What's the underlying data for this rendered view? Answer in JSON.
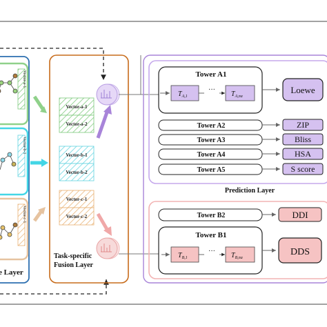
{
  "left_panel": {
    "vectors_vertical": [
      "Vector-a-1",
      "Vector-b-1",
      "Vector-c-1"
    ],
    "layer_label": "e Layer"
  },
  "fusion": {
    "vectors": [
      "Vector-a-1",
      "Vector-a-2",
      "Vector-b-1",
      "Vector-b-2",
      "Vector-c-1",
      "Vector-c-2"
    ],
    "label_line1": "Task-specific",
    "label_line2": "Fusion Layer"
  },
  "prediction": {
    "label": "Prediction Layer",
    "tower_a1": {
      "title": "Tower A1",
      "t_first": "T",
      "t_first_sub": "A,1",
      "ellipsis": "···",
      "t_last": "T",
      "t_last_sub": "A,na"
    },
    "towers": [
      {
        "name": "Tower A2",
        "output": "ZIP"
      },
      {
        "name": "Tower A3",
        "output": "Bliss"
      },
      {
        "name": "Tower A4",
        "output": "HSA"
      },
      {
        "name": "Tower A5",
        "output": "S score"
      }
    ],
    "output_a1": "Loewe",
    "tower_b2": {
      "name": "Tower B2",
      "output": "DDI"
    },
    "tower_b1": {
      "title": "Tower B1",
      "t_first": "T",
      "t_first_sub": "B,1",
      "ellipsis": "···",
      "t_last": "T",
      "t_last_sub": "B,na",
      "output": "DDS"
    }
  },
  "colors": {
    "purple": "#a884d9",
    "purple_fill": "#d5c1f0",
    "pink": "#e88a8a",
    "pink_fill": "#f6c3c3",
    "orange": "#c76b1a",
    "green": "#8fd18a",
    "cyan": "#43d6e6",
    "blue_border": "#2c6fb0"
  }
}
